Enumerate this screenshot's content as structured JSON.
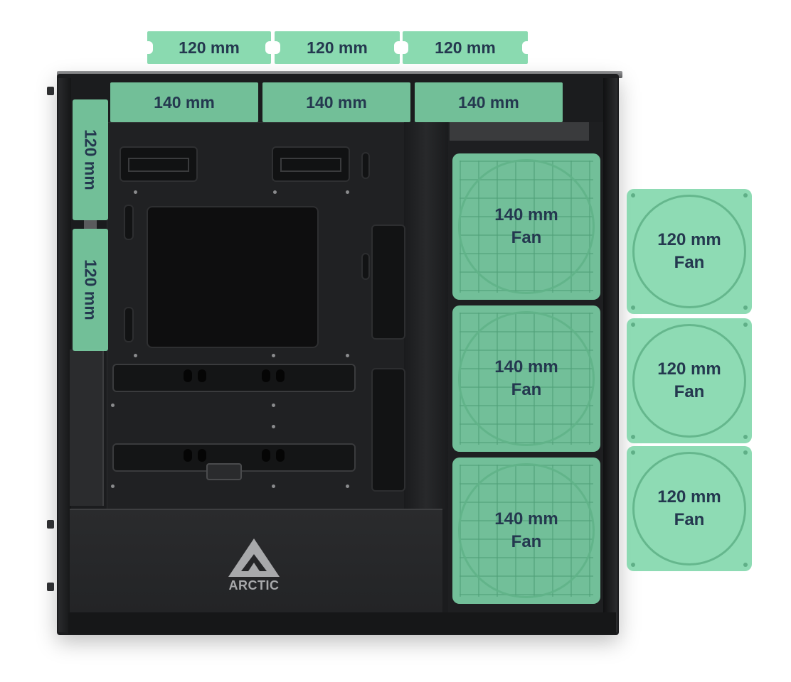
{
  "brand": {
    "logo_text": "ARCTIC",
    "logo_color": "#a8a9ab"
  },
  "colors": {
    "overlay_green": "#7ed6aa",
    "label_text": "#24384f",
    "case_body": "#1b1c1e"
  },
  "top_outer_slots": [
    {
      "label": "120 mm"
    },
    {
      "label": "120 mm"
    },
    {
      "label": "120 mm"
    }
  ],
  "top_inner_slots": [
    {
      "label": "140 mm"
    },
    {
      "label": "140 mm"
    },
    {
      "label": "140 mm"
    }
  ],
  "rear_slots": [
    {
      "label": "120 mm"
    },
    {
      "label": "120 mm"
    }
  ],
  "front_fans_140": [
    {
      "line1": "140 mm",
      "line2": "Fan"
    },
    {
      "line1": "140 mm",
      "line2": "Fan"
    },
    {
      "line1": "140 mm",
      "line2": "Fan"
    }
  ],
  "front_fans_120": [
    {
      "line1": "120 mm",
      "line2": "Fan"
    },
    {
      "line1": "120 mm",
      "line2": "Fan"
    },
    {
      "line1": "120 mm",
      "line2": "Fan"
    }
  ]
}
